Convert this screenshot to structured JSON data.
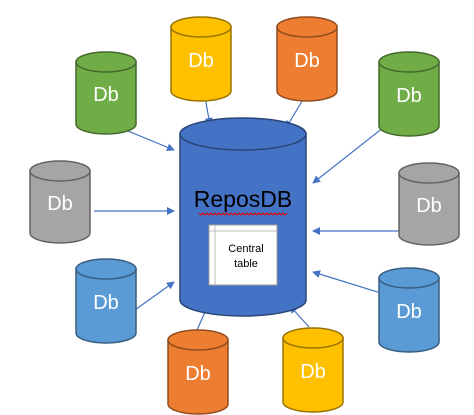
{
  "hub": {
    "title": "ReposDB",
    "table_label_line1": "Central",
    "table_label_line2": "table",
    "color": "#4472C4"
  },
  "colors": {
    "green": "#70AD47",
    "yellow": "#FFC000",
    "orange": "#ED7D31",
    "gray": "#A5A5A5",
    "blue": "#5B9BD5",
    "arrow": "#4472C4",
    "spell_underline": "#E00000"
  },
  "databases": [
    {
      "label": "Db",
      "color": "green"
    },
    {
      "label": "Db",
      "color": "yellow"
    },
    {
      "label": "Db",
      "color": "orange"
    },
    {
      "label": "Db",
      "color": "green"
    },
    {
      "label": "Db",
      "color": "gray"
    },
    {
      "label": "Db",
      "color": "gray"
    },
    {
      "label": "Db",
      "color": "blue"
    },
    {
      "label": "Db",
      "color": "blue"
    },
    {
      "label": "Db",
      "color": "orange"
    },
    {
      "label": "Db",
      "color": "yellow"
    }
  ]
}
